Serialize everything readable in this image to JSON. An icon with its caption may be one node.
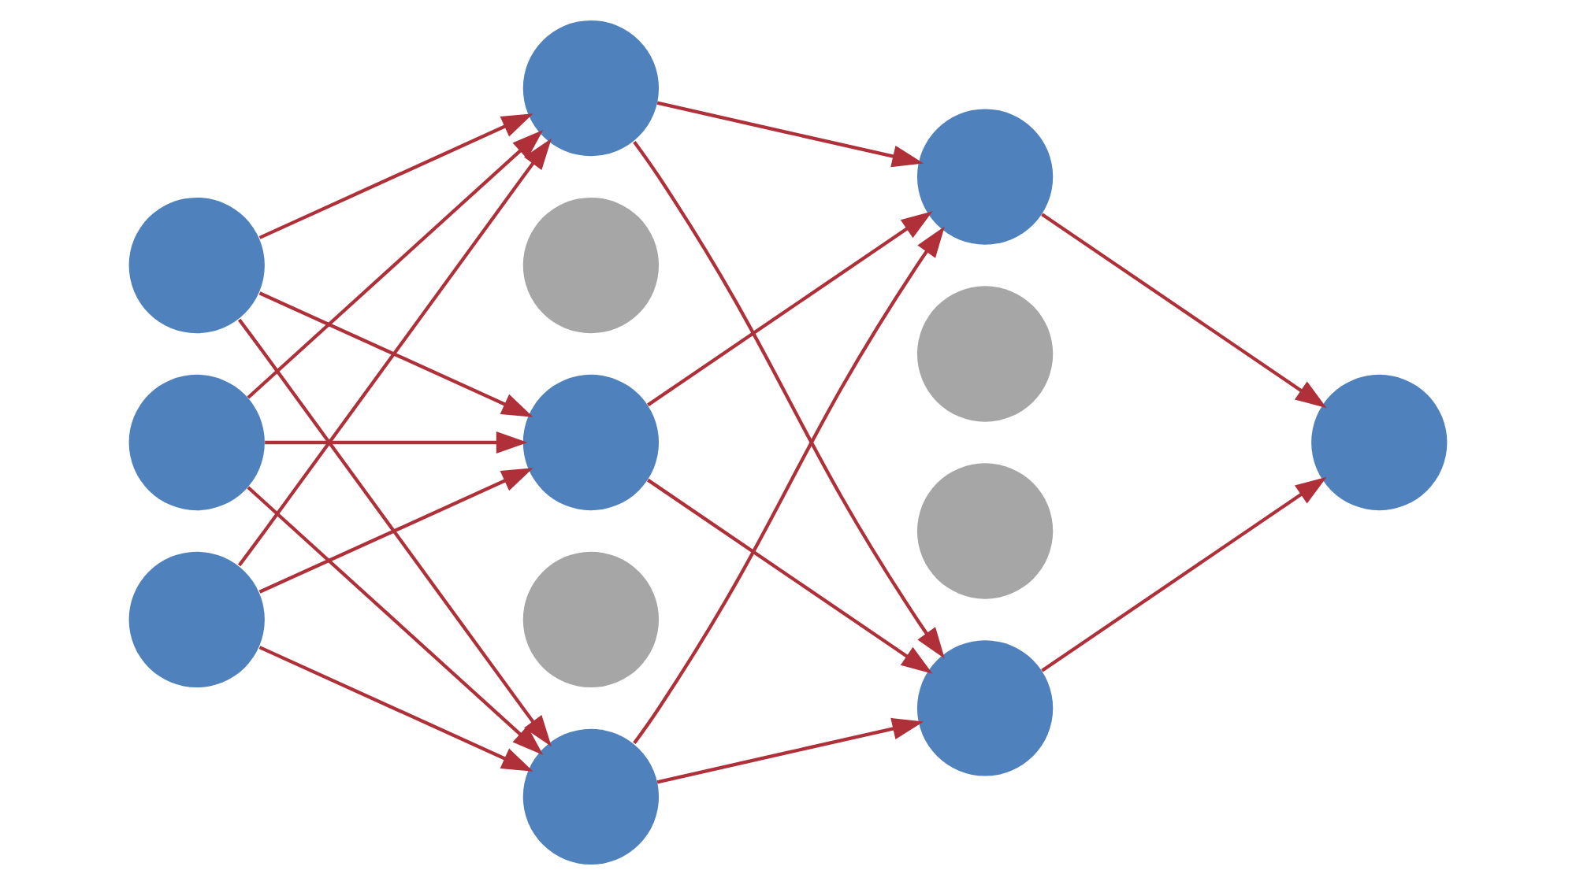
{
  "diagram": {
    "nodes": [
      {
        "text": [],
        "shape": "circle"
      },
      {
        "text": [],
        "shape": "circle"
      },
      {
        "text": [],
        "shape": "circle"
      },
      {
        "text": [],
        "shape": "circle"
      },
      {
        "text": [],
        "shape": "circle"
      },
      {
        "text": [],
        "shape": "circle"
      },
      {
        "text": [],
        "shape": "circle"
      },
      {
        "text": [],
        "shape": "circle"
      },
      {
        "text": [],
        "shape": "circle"
      },
      {
        "text": [],
        "shape": "circle"
      },
      {
        "text": [],
        "shape": "circle"
      },
      {
        "text": [],
        "shape": "circle"
      },
      {
        "text": [],
        "shape": "circle"
      }
    ],
    "edges": [
      {
        "from": 0,
        "to": 3,
        "arrow": "to"
      },
      {
        "from": 0,
        "to": 5,
        "arrow": "to"
      },
      {
        "from": 0,
        "to": 7,
        "arrow": "to"
      },
      {
        "from": 1,
        "to": 3,
        "arrow": "to"
      },
      {
        "from": 1,
        "to": 5,
        "arrow": "to"
      },
      {
        "from": 1,
        "to": 7,
        "arrow": "to"
      },
      {
        "from": 2,
        "to": 3,
        "arrow": "to"
      },
      {
        "from": 2,
        "to": 5,
        "arrow": "to"
      },
      {
        "from": 2,
        "to": 7,
        "arrow": "to"
      },
      {
        "from": 3,
        "to": 8,
        "arrow": "to"
      },
      {
        "from": 3,
        "to": 11,
        "arrow": "to"
      },
      {
        "from": 5,
        "to": 8,
        "arrow": "to"
      },
      {
        "from": 5,
        "to": 11,
        "arrow": "to"
      },
      {
        "from": 7,
        "to": 8,
        "arrow": "to"
      },
      {
        "from": 7,
        "to": 11,
        "arrow": "to"
      },
      {
        "from": 8,
        "to": 12,
        "arrow": "to"
      },
      {
        "from": 11,
        "to": 12,
        "arrow": "to"
      }
    ]
  }
}
